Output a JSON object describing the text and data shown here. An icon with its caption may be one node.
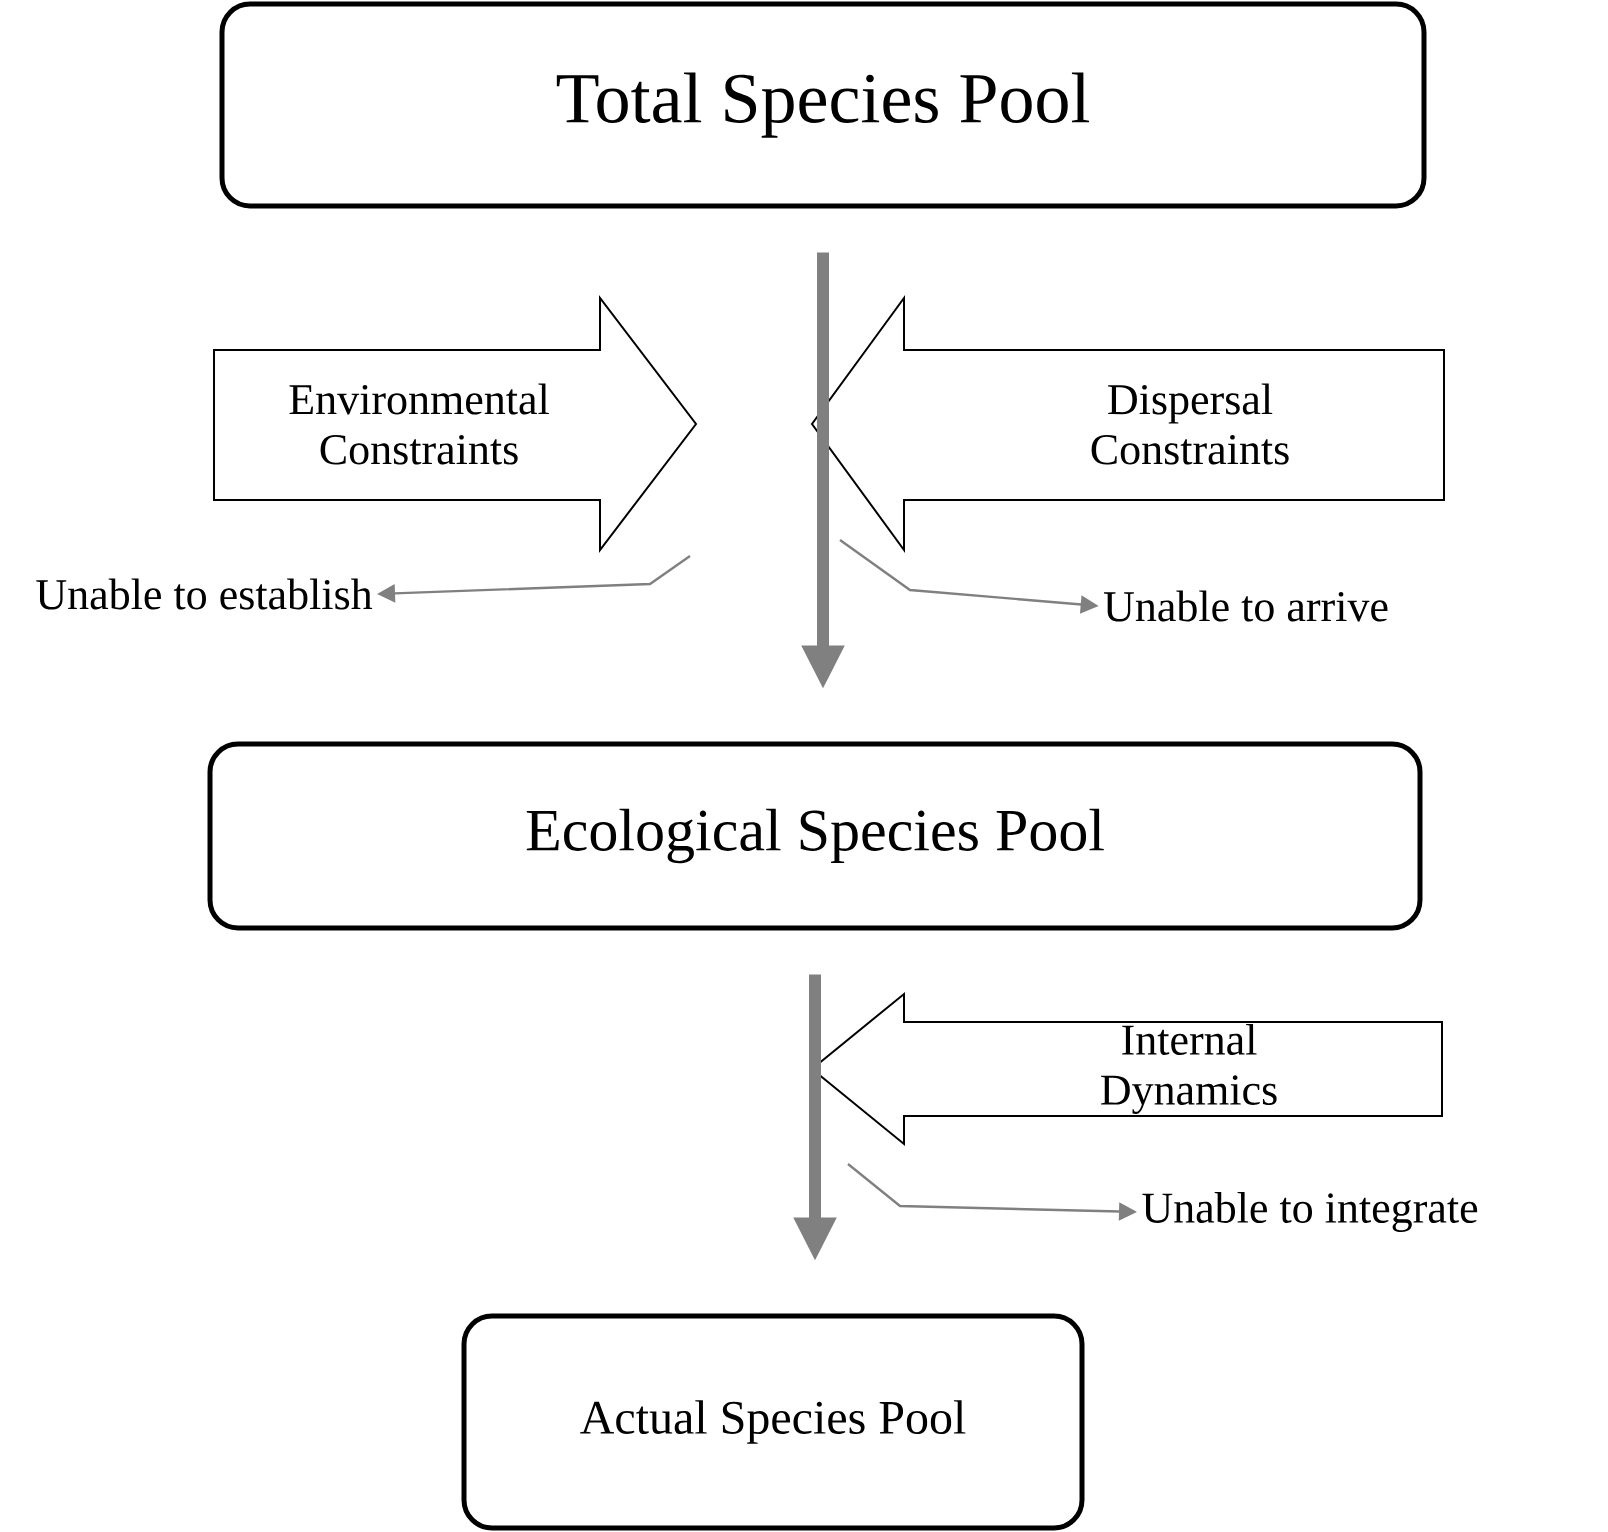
{
  "diagram": {
    "nodes": [
      {
        "text": [
          "Total Species Pool"
        ]
      },
      {
        "text": [
          "Environmental Constraints"
        ]
      },
      {
        "text": [
          "Dispersal Constraints"
        ]
      },
      {
        "text": [
          "Unable to establish"
        ]
      },
      {
        "text": [
          "Unable to arrive"
        ]
      },
      {
        "text": [
          "Ecological Species Pool"
        ]
      },
      {
        "text": [
          "Internal Dynamics"
        ]
      },
      {
        "text": [
          "Unable to integrate"
        ]
      },
      {
        "text": [
          "Actual Species Pool"
        ]
      }
    ],
    "edges": [
      {
        "from": 0,
        "to": 5,
        "arrow": "to",
        "style": "thick"
      },
      {
        "from": 5,
        "to": 8,
        "arrow": "to",
        "style": "thick"
      },
      {
        "from": null,
        "to": 3,
        "arrow": "to"
      },
      {
        "from": null,
        "to": 4,
        "arrow": "to"
      },
      {
        "from": null,
        "to": 7,
        "arrow": "to"
      }
    ]
  }
}
